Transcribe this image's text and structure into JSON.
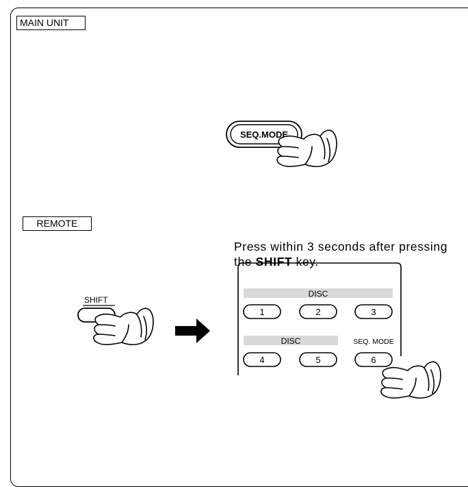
{
  "main_unit": {
    "tag": "MAIN UNIT",
    "button_label": "SEQ.MODE"
  },
  "remote": {
    "tag": "REMOTE",
    "shift_label": "SHIFT",
    "instruction_pre": "Press within 3 seconds after pressing the ",
    "instruction_key": "SHIFT",
    "instruction_post": " key.",
    "panel": {
      "disc_label_top": "DISC",
      "disc_label_bottom": "DISC",
      "seq_mode_label": "SEQ. MODE",
      "keys": [
        "1",
        "2",
        "3",
        "4",
        "5",
        "6"
      ]
    }
  }
}
